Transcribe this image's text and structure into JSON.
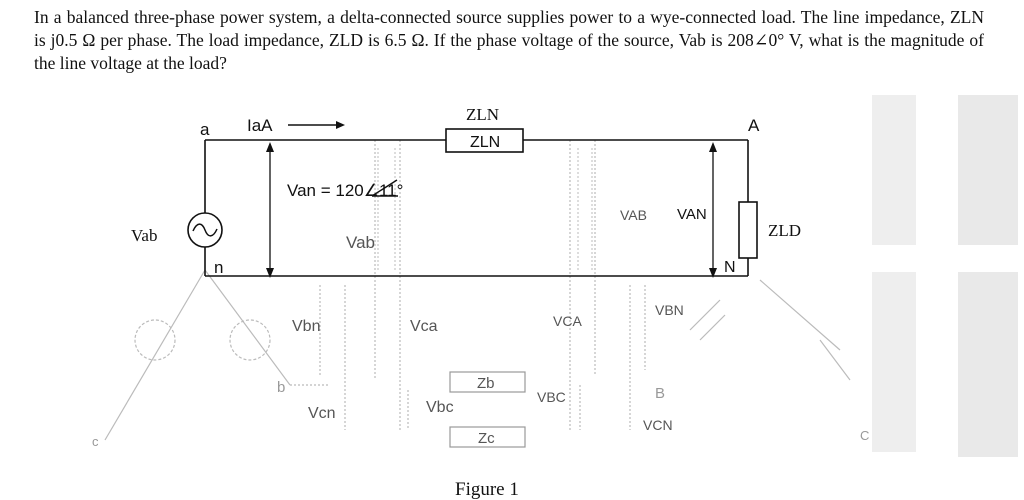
{
  "question": {
    "text": "In a balanced three-phase power system, a delta-connected source supplies power to a wye-connected load. The line impedance, ZLN is j0.5 Ω per phase. The load impedance, ZLD is 6.5 Ω. If the phase voltage of the source, Vab is 208∠0° V, what is the magnitude of the line voltage at the load?"
  },
  "diagram": {
    "node_a": "a",
    "node_n": "n",
    "node_b": "b",
    "node_c_left": "c",
    "node_A": "A",
    "node_N": "N",
    "node_B": "B",
    "node_C_right": "C",
    "line_current": "IaA",
    "zln_upper": "ZLN",
    "zln_box": "ZLN",
    "van_annotation": "Van = 120∠11°",
    "vab_source": "Vab",
    "vab_inner": "Vab",
    "vbn": "Vbn",
    "vcn": "Vcn",
    "vca": "Vca",
    "vbc": "Vbc",
    "zb": "Zb",
    "zc": "Zc",
    "vca_cap": "VCA",
    "vbc_cap": "VBC",
    "vab_cap": "VAB",
    "van_cap": "VAN",
    "vbn_cap": "VBN",
    "vcn_cap": "VCN",
    "zld": "ZLD",
    "figure_caption": "Figure 1"
  }
}
